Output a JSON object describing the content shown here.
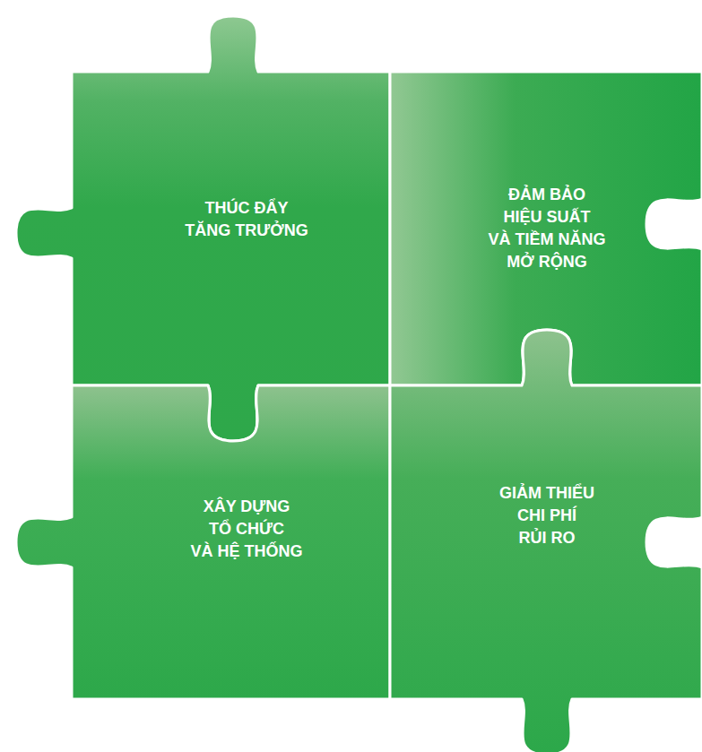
{
  "diagram": {
    "nodes": [
      {
        "text": [
          "THÚC ĐẨY TĂNG TRƯỞNG"
        ]
      },
      {
        "text": [
          "ĐẢM BẢO HIỆU SUẤT VÀ TIỀM NĂNG MỞ RỘNG"
        ]
      },
      {
        "text": [
          "XÂY DỰNG TỔ CHỨC VÀ HỆ THỐNG"
        ]
      },
      {
        "text": [
          "GIẢM THIỂU CHI PHÍ RỦI RO"
        ]
      }
    ]
  }
}
